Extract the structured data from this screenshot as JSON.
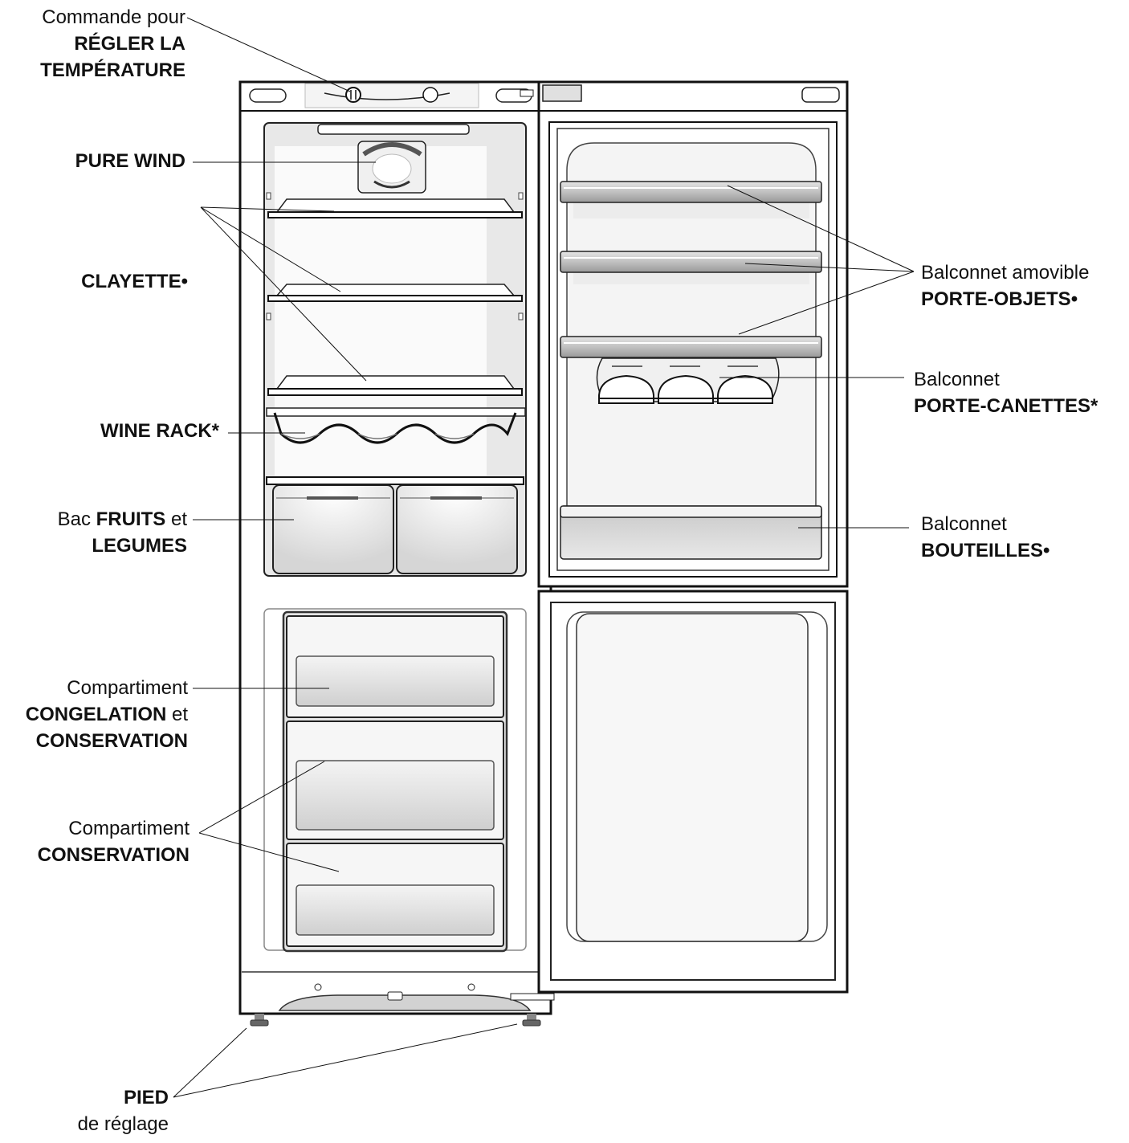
{
  "labels": {
    "temperature": {
      "line1": "Commande pour",
      "line2": "RÉGLER LA",
      "line3": "TEMPÉRATURE"
    },
    "pure_wind": {
      "text": "PURE WIND"
    },
    "clayette": {
      "text": "CLAYETTE•"
    },
    "wine_rack": {
      "text": "WINE RACK*"
    },
    "bac": {
      "pre": "Bac",
      "bold": "FRUITS",
      "post": "et",
      "line2": "LEGUMES"
    },
    "congelation": {
      "line1": "Compartiment",
      "bold": "CONGELATION",
      "post": "et",
      "line3": "CONSERVATION"
    },
    "conservation": {
      "line1": "Compartiment",
      "line2": "CONSERVATION"
    },
    "pied": {
      "line1": "PIED",
      "line2": "de réglage"
    },
    "porte_objets": {
      "line1": "Balconnet amovible",
      "line2": "PORTE-OBJETS•"
    },
    "porte_canettes": {
      "line1": "Balconnet",
      "line2": "PORTE-CANETTES*"
    },
    "bouteilles": {
      "line1": "Balconnet",
      "line2": "BOUTEILLES•"
    }
  }
}
